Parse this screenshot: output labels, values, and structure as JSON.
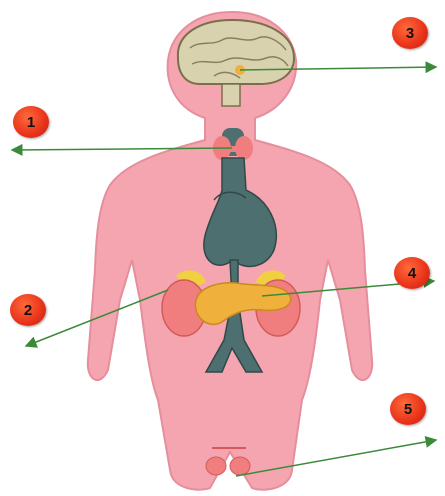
{
  "labels": {
    "l1": "1",
    "l2": "2",
    "l3": "3",
    "l4": "4",
    "l5": "5"
  },
  "colors": {
    "body": "#f5a5b0",
    "body_outline": "#e58e9c",
    "organ": "#4e6f6f",
    "gland": "#f07e7e",
    "pancreas": "#f0b03c",
    "brain": "#d8d3ae",
    "arrow": "#3a8a3a",
    "badge": "#e8321a"
  }
}
